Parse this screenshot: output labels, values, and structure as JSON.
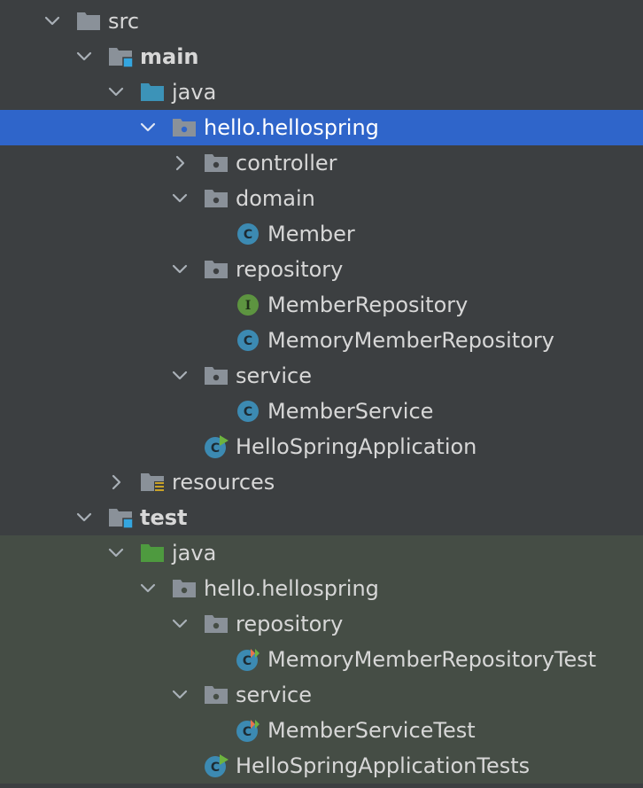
{
  "colors": {
    "background": "#3c3f41",
    "selected_row": "#2f65ca",
    "test_area": "#454d45",
    "text": "#d7d7d7",
    "folder": "#8a9199",
    "source_folder": "#3c93b8",
    "test_folder": "#4e9a3f",
    "module_badge": "#34a6e0",
    "class_icon": "#3c8ab2",
    "interface_icon": "#5d9440",
    "spring_badge": "#6db33f",
    "test_badge": "#e8744c"
  },
  "tree": [
    {
      "label": "src",
      "bold": false,
      "expanded": true,
      "has_children": true,
      "icon": "folder-icon"
    },
    {
      "label": "main",
      "bold": true,
      "expanded": true,
      "has_children": true,
      "icon": "module-folder-icon"
    },
    {
      "label": "java",
      "bold": false,
      "expanded": true,
      "has_children": true,
      "icon": "source-folder-icon"
    },
    {
      "label": "hello.hellospring",
      "bold": false,
      "expanded": true,
      "has_children": true,
      "icon": "package-icon",
      "selected": true
    },
    {
      "label": "controller",
      "bold": false,
      "expanded": false,
      "has_children": true,
      "icon": "package-icon"
    },
    {
      "label": "domain",
      "bold": false,
      "expanded": true,
      "has_children": true,
      "icon": "package-icon"
    },
    {
      "label": "Member",
      "bold": false,
      "expanded": false,
      "has_children": false,
      "icon": "class-icon"
    },
    {
      "label": "repository",
      "bold": false,
      "expanded": true,
      "has_children": true,
      "icon": "package-icon"
    },
    {
      "label": "MemberRepository",
      "bold": false,
      "expanded": false,
      "has_children": false,
      "icon": "interface-icon"
    },
    {
      "label": "MemoryMemberRepository",
      "bold": false,
      "expanded": false,
      "has_children": false,
      "icon": "class-icon"
    },
    {
      "label": "service",
      "bold": false,
      "expanded": true,
      "has_children": true,
      "icon": "package-icon"
    },
    {
      "label": "MemberService",
      "bold": false,
      "expanded": false,
      "has_children": false,
      "icon": "class-icon"
    },
    {
      "label": "HelloSpringApplication",
      "bold": false,
      "expanded": false,
      "has_children": false,
      "icon": "spring-class-icon"
    },
    {
      "label": "resources",
      "bold": false,
      "expanded": false,
      "has_children": true,
      "icon": "resources-folder-icon"
    },
    {
      "label": "test",
      "bold": true,
      "expanded": true,
      "has_children": true,
      "icon": "module-folder-icon"
    },
    {
      "label": "java",
      "bold": false,
      "expanded": true,
      "has_children": true,
      "icon": "test-source-folder-icon"
    },
    {
      "label": "hello.hellospring",
      "bold": false,
      "expanded": true,
      "has_children": true,
      "icon": "package-icon"
    },
    {
      "label": "repository",
      "bold": false,
      "expanded": true,
      "has_children": true,
      "icon": "package-icon"
    },
    {
      "label": "MemoryMemberRepositoryTest",
      "bold": false,
      "expanded": false,
      "has_children": false,
      "icon": "test-class-icon"
    },
    {
      "label": "service",
      "bold": false,
      "expanded": true,
      "has_children": true,
      "icon": "package-icon"
    },
    {
      "label": "MemberServiceTest",
      "bold": false,
      "expanded": false,
      "has_children": false,
      "icon": "test-class-icon"
    },
    {
      "label": "HelloSpringApplicationTests",
      "bold": false,
      "expanded": false,
      "has_children": false,
      "icon": "spring-class-icon"
    }
  ]
}
